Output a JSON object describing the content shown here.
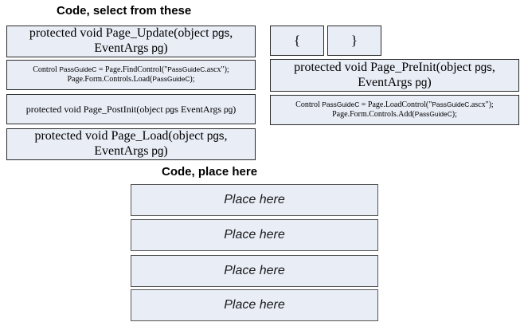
{
  "heading_select": "Code, select from these",
  "heading_place": "Code, place here",
  "items": {
    "page_update": {
      "line1_a": "protected void Page_Update(object ",
      "line1_b": "pgs",
      "line1_c": ",",
      "line2_a": "EventArgs ",
      "line2_b": "pg",
      "line2_c": ")"
    },
    "find_control": {
      "line1_a": "Control ",
      "line1_b": "PassGuideC",
      "line1_c": " = Page.FindControl(\"",
      "line1_d": "PassGuideC",
      "line1_e": ".ascx\");",
      "line2_a": "Page.Form.Controls.Load(",
      "line2_b": "PassGuideC",
      "line2_c": ");"
    },
    "page_postinit": {
      "line1_a": "protected void Page_PostInit(object ",
      "line1_b": "pgs",
      "line1_c": " EventArgs ",
      "line1_d": "pg",
      "line1_e": ")"
    },
    "page_load": {
      "line1_a": "protected void Page_Load(object ",
      "line1_b": "pgs",
      "line1_c": ",",
      "line2_a": "EventArgs ",
      "line2_b": "pg",
      "line2_c": ")"
    },
    "open_brace": "{",
    "close_brace": "}",
    "page_preinit": {
      "line1_a": "protected void Page_PreInit(object ",
      "line1_b": "pgs",
      "line1_c": ",",
      "line2_a": "EventArgs ",
      "line2_b": "pg",
      "line2_c": ")"
    },
    "load_control": {
      "line1_a": "Control ",
      "line1_b": "PassGuideC",
      "line1_c": " = Page.LoadControl(\"",
      "line1_d": "PassGuideC",
      "line1_e": ".ascx\");",
      "line2_a": "Page.Form.Controls.Add(",
      "line2_b": "PassGuideC",
      "line2_c": ");"
    }
  },
  "drop_targets": [
    "Place here",
    "Place here",
    "Place here",
    "Place here"
  ]
}
